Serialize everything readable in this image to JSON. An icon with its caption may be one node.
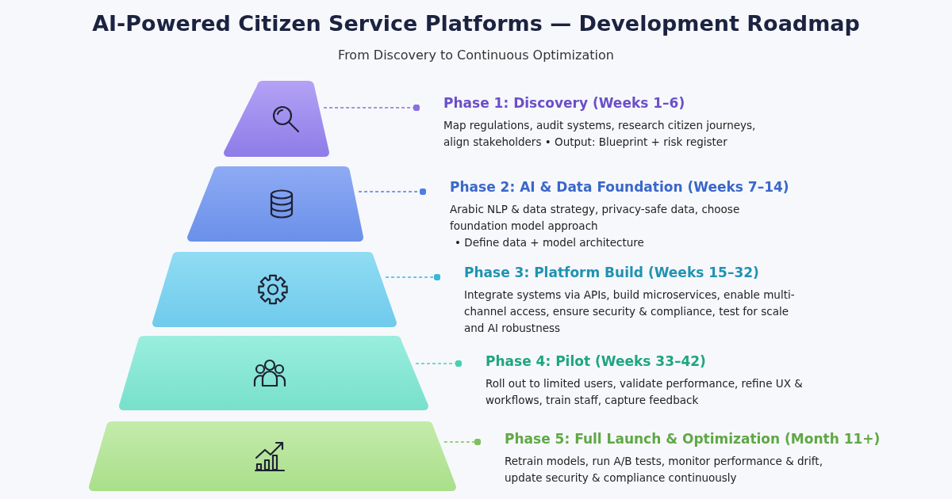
{
  "diagram": {
    "title": "AI-Powered Citizen Service Platforms — Development Roadmap",
    "caption": "From Discovery to Continuous Optimization",
    "nodes": [
      {
        "text": [],
        "shape": "trapezoid"
      },
      {
        "text": [],
        "shape": "trapezoid"
      },
      {
        "text": [],
        "shape": "trapezoid"
      },
      {
        "text": [],
        "shape": "trapezoid"
      },
      {
        "text": [],
        "shape": "trapezoid"
      },
      {
        "text": [
          "Phase 1: Discovery (Weeks 1–6)",
          "Map regulations, audit systems, research citizen journeys, align stakeholders  •  Output: Blueprint + risk register"
        ]
      },
      {
        "text": [
          "Phase 2: AI & Data Foundation (Weeks 7–14)",
          "Arabic NLP & data strategy, privacy-safe data, choose foundation model approach",
          "• Define data + model architecture"
        ]
      },
      {
        "text": [
          "Phase 3: Platform Build (Weeks 15–32)",
          "Integrate systems via APIs, build microservices, enable multi-channel access, ensure security & compliance, test for scale and AI robustness"
        ]
      },
      {
        "text": [
          "Phase 4: Pilot (Weeks 33–42)",
          "Roll out to limited users, validate performance, refine UX & workflows, train staff, capture feedback"
        ]
      },
      {
        "text": [
          "Phase 5: Full Launch & Optimization (Month 11+)",
          "Retrain models, run A/B tests, monitor performance & drift, update security & compliance continuously"
        ]
      }
    ],
    "edges": [
      {
        "from": 0,
        "to": 5,
        "arrow": "other",
        "style": "dashed",
        "color": "#8a6fe0"
      },
      {
        "from": 1,
        "to": 6,
        "arrow": "other",
        "style": "dashed",
        "color": "#4a7fe4"
      },
      {
        "from": 2,
        "to": 7,
        "arrow": "other",
        "style": "dashed",
        "color": "#3bb8d8"
      },
      {
        "from": 3,
        "to": 8,
        "arrow": "other",
        "style": "dashed",
        "color": "#45d2b2"
      },
      {
        "from": 4,
        "to": 9,
        "arrow": "other",
        "style": "dashed",
        "color": "#7bc25a"
      }
    ]
  }
}
